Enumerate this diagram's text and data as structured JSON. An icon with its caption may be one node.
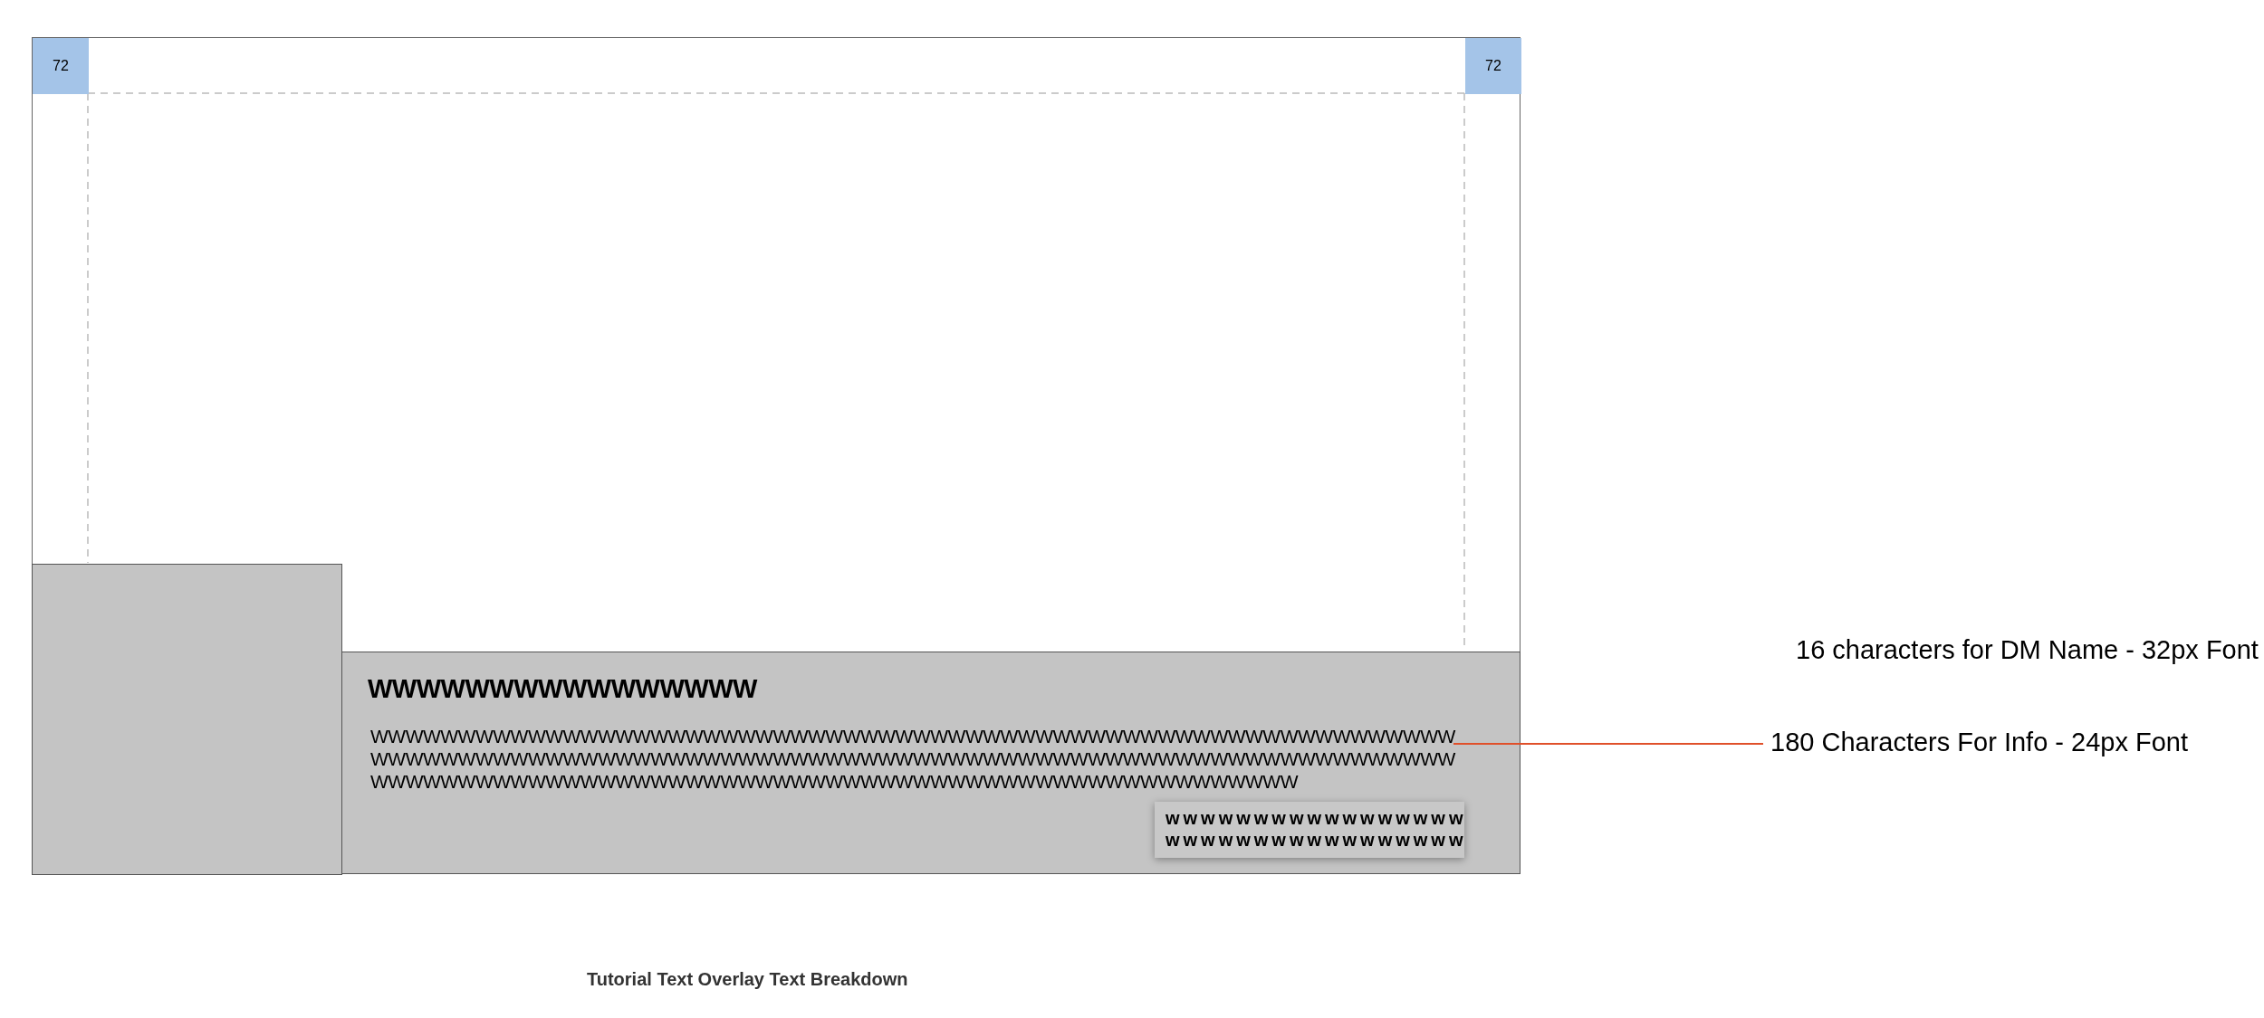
{
  "diagram": {
    "caption": "Tutorial Text Overlay Text Breakdown",
    "nodes": [
      {
        "text": [],
        "shape": "box"
      },
      {
        "text": [
          "72"
        ],
        "in": 0
      },
      {
        "text": [
          "72"
        ],
        "in": 0
      },
      {
        "text": [],
        "shape": "box",
        "in": 0
      },
      {
        "text": [
          "WWWWWWWWWWWWWWWW"
        ],
        "in": 0
      },
      {
        "text": [
          "WWWWWWWWWWWWWWWWWWWWWWWWWWWWWWWWWWWWWWWWWWWWWWWWWWWWWWWWWWWWWWWWWWWWWWWWWWWWWWWWWWWWWWWWWWWWWWWWWWWWWWWWWWWWWWWWWWWWWWWWWWWWWWWWWWWWWWWWWWWWWWWWWWWWWWWWWWWWWWWWWWWWWWWWWWWWWWWWW"
        ],
        "in": 4
      },
      {
        "text": [
          "wwwwwwwwwwwwwwwww wwwwwwwwwwwwwwwww"
        ],
        "in": 4
      },
      {
        "text": [
          "180 Characters For Info - 24px Font"
        ]
      }
    ],
    "edges": [
      {
        "from": 7,
        "to": 5,
        "arrow": "none",
        "color": "#e0502a"
      }
    ],
    "labels": [
      "16 characters for DM Name - 32px Font"
    ]
  }
}
